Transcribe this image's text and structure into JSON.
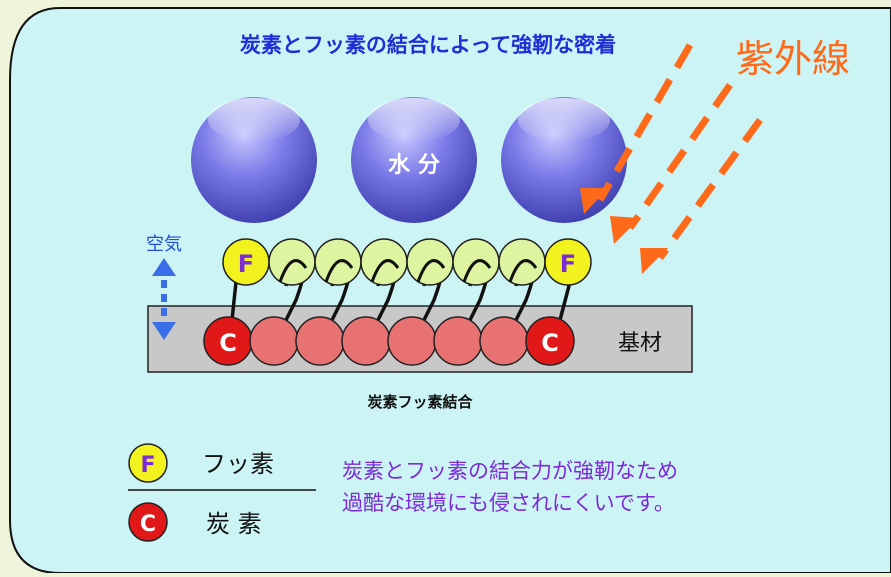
{
  "title": "炭素とフッ素の結合によって強靭な密着",
  "uv_label": "紫外線",
  "water_label": "水 分",
  "air_label": "空気",
  "substrate_label": "基材",
  "bond_label": "炭素フッ素結合",
  "legend": {
    "fluorine_symbol": "F",
    "fluorine_label": "フッ素",
    "carbon_symbol": "C",
    "carbon_label": "炭 素"
  },
  "description": {
    "line1": "炭素とフッ素の結合力が強靭なため",
    "line2": "過酷な環境にも侵されにくいです。"
  },
  "colors": {
    "background": "#ccf4f4",
    "title": "#1f2fd6",
    "uv": "#ff6a1a",
    "water_sphere": "#6e6ee0",
    "fluorine": "#f2f21e",
    "fluorine_light": "#ddf5a0",
    "carbon": "#e01818",
    "carbon_light": "#e87272",
    "substrate": "#c8c8c8",
    "text_purple": "#7b2bd8"
  }
}
